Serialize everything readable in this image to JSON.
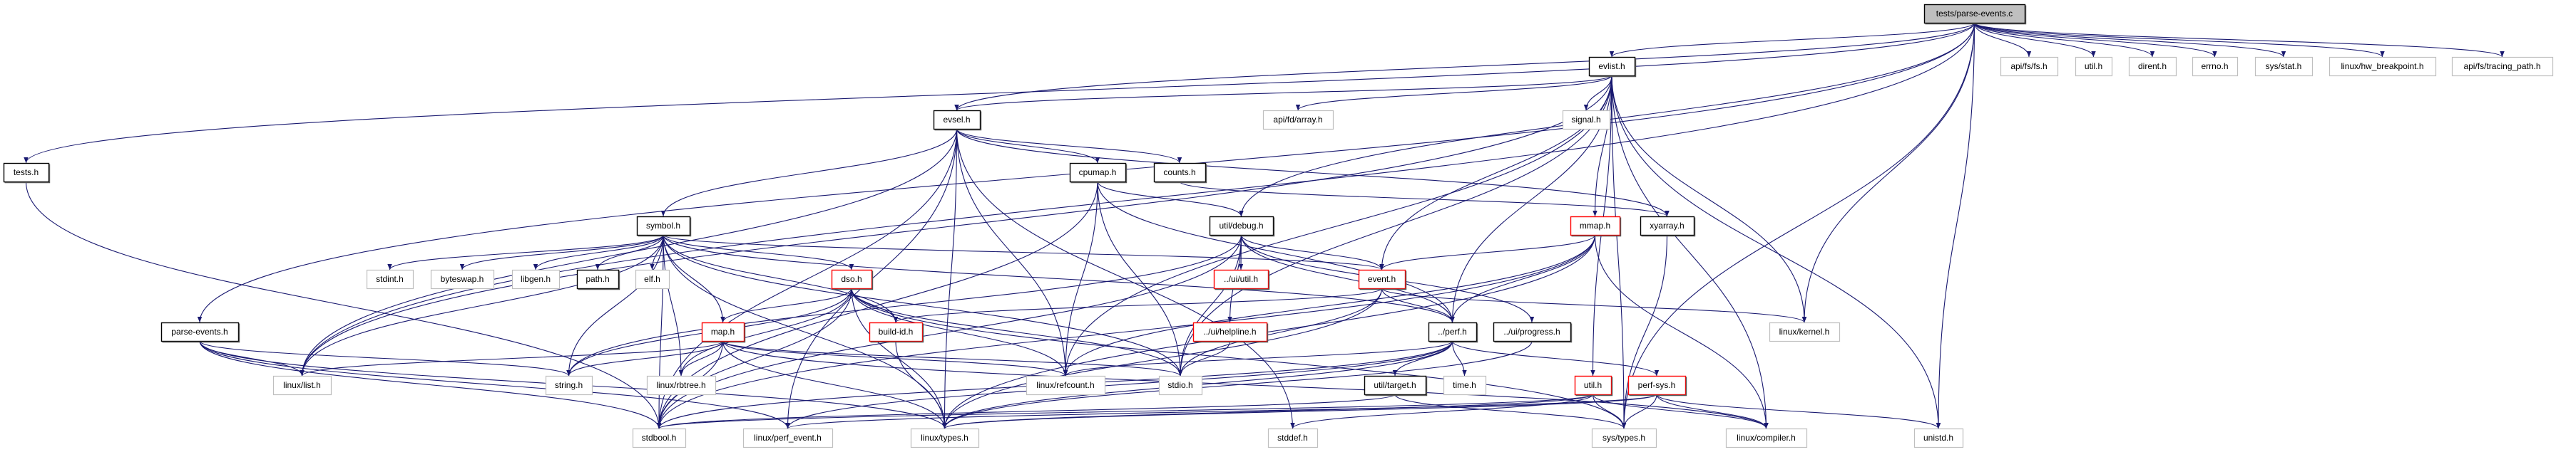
{
  "colors": {
    "edge": "#191970",
    "root_fill": "#bfbfbf",
    "documented_border": "#000000",
    "undocumented_border": "#bfbfbf",
    "truncated_border": "#ff0000"
  },
  "nodes": [
    {
      "id": "root",
      "label": "tests/parse-events.c",
      "kind": "root"
    },
    {
      "id": "tests_h",
      "label": "tests.h",
      "kind": "documented"
    },
    {
      "id": "evlist",
      "label": "evlist.h",
      "kind": "documented"
    },
    {
      "id": "apifs",
      "label": "api/fs/fs.h",
      "kind": "undocumented"
    },
    {
      "id": "util_g",
      "label": "util.h",
      "kind": "undocumented"
    },
    {
      "id": "dirent",
      "label": "dirent.h",
      "kind": "undocumented"
    },
    {
      "id": "errno",
      "label": "errno.h",
      "kind": "undocumented"
    },
    {
      "id": "sysstat",
      "label": "sys/stat.h",
      "kind": "undocumented"
    },
    {
      "id": "hwbp",
      "label": "linux/hw_breakpoint.h",
      "kind": "undocumented"
    },
    {
      "id": "tracing",
      "label": "api/fs/tracing_path.h",
      "kind": "undocumented"
    },
    {
      "id": "evsel",
      "label": "evsel.h",
      "kind": "documented"
    },
    {
      "id": "fdarray",
      "label": "api/fd/array.h",
      "kind": "undocumented"
    },
    {
      "id": "signal",
      "label": "signal.h",
      "kind": "undocumented"
    },
    {
      "id": "cpumap",
      "label": "cpumap.h",
      "kind": "documented"
    },
    {
      "id": "counts",
      "label": "counts.h",
      "kind": "documented"
    },
    {
      "id": "debug",
      "label": "util/debug.h",
      "kind": "documented"
    },
    {
      "id": "mmap",
      "label": "mmap.h",
      "kind": "truncated"
    },
    {
      "id": "xyarray",
      "label": "xyarray.h",
      "kind": "documented"
    },
    {
      "id": "symbol",
      "label": "symbol.h",
      "kind": "documented"
    },
    {
      "id": "stdint",
      "label": "stdint.h",
      "kind": "undocumented"
    },
    {
      "id": "byteswap",
      "label": "byteswap.h",
      "kind": "undocumented"
    },
    {
      "id": "libgen",
      "label": "libgen.h",
      "kind": "undocumented"
    },
    {
      "id": "path",
      "label": "path.h",
      "kind": "documented"
    },
    {
      "id": "elf",
      "label": "elf.h",
      "kind": "undocumented"
    },
    {
      "id": "dso",
      "label": "dso.h",
      "kind": "truncated"
    },
    {
      "id": "uiutil",
      "label": "../ui/util.h",
      "kind": "truncated"
    },
    {
      "id": "event",
      "label": "event.h",
      "kind": "truncated"
    },
    {
      "id": "parseh",
      "label": "parse-events.h",
      "kind": "documented"
    },
    {
      "id": "map",
      "label": "map.h",
      "kind": "truncated"
    },
    {
      "id": "buildid",
      "label": "build-id.h",
      "kind": "truncated"
    },
    {
      "id": "helpline",
      "label": "../ui/helpline.h",
      "kind": "truncated"
    },
    {
      "id": "perf",
      "label": "../perf.h",
      "kind": "documented"
    },
    {
      "id": "progress",
      "label": "../ui/progress.h",
      "kind": "documented"
    },
    {
      "id": "kernel",
      "label": "linux/kernel.h",
      "kind": "undocumented"
    },
    {
      "id": "list",
      "label": "linux/list.h",
      "kind": "undocumented"
    },
    {
      "id": "string",
      "label": "string.h",
      "kind": "undocumented"
    },
    {
      "id": "rbtree",
      "label": "linux/rbtree.h",
      "kind": "undocumented"
    },
    {
      "id": "refcount",
      "label": "linux/refcount.h",
      "kind": "undocumented"
    },
    {
      "id": "stdio",
      "label": "stdio.h",
      "kind": "undocumented"
    },
    {
      "id": "target",
      "label": "util/target.h",
      "kind": "documented"
    },
    {
      "id": "time",
      "label": "time.h",
      "kind": "undocumented"
    },
    {
      "id": "util_r",
      "label": "util.h",
      "kind": "truncated"
    },
    {
      "id": "perfsys",
      "label": "perf-sys.h",
      "kind": "truncated"
    },
    {
      "id": "stdbool",
      "label": "stdbool.h",
      "kind": "undocumented"
    },
    {
      "id": "perfevent",
      "label": "linux/perf_event.h",
      "kind": "undocumented"
    },
    {
      "id": "types",
      "label": "linux/types.h",
      "kind": "undocumented"
    },
    {
      "id": "stddef",
      "label": "stddef.h",
      "kind": "undocumented"
    },
    {
      "id": "systypes",
      "label": "sys/types.h",
      "kind": "undocumented"
    },
    {
      "id": "compiler",
      "label": "linux/compiler.h",
      "kind": "undocumented"
    },
    {
      "id": "unistd",
      "label": "unistd.h",
      "kind": "undocumented"
    }
  ],
  "edges": [
    [
      "root",
      "tests_h"
    ],
    [
      "root",
      "parseh"
    ],
    [
      "root",
      "evsel"
    ],
    [
      "root",
      "evlist"
    ],
    [
      "root",
      "debug"
    ],
    [
      "root",
      "apifs"
    ],
    [
      "root",
      "util_g"
    ],
    [
      "root",
      "dirent"
    ],
    [
      "root",
      "errno"
    ],
    [
      "root",
      "sysstat"
    ],
    [
      "root",
      "hwbp"
    ],
    [
      "root",
      "tracing"
    ],
    [
      "root",
      "kernel"
    ],
    [
      "root",
      "systypes"
    ],
    [
      "root",
      "unistd"
    ],
    [
      "root",
      "list"
    ],
    [
      "tests_h",
      "stdbool"
    ],
    [
      "evlist",
      "evsel"
    ],
    [
      "evlist",
      "fdarray"
    ],
    [
      "evlist",
      "signal"
    ],
    [
      "evlist",
      "mmap"
    ],
    [
      "evlist",
      "event"
    ],
    [
      "evlist",
      "perf"
    ],
    [
      "evlist",
      "list"
    ],
    [
      "evlist",
      "refcount"
    ],
    [
      "evlist",
      "stdio"
    ],
    [
      "evlist",
      "unistd"
    ],
    [
      "evlist",
      "compiler"
    ],
    [
      "evlist",
      "kernel"
    ],
    [
      "evlist",
      "util_r"
    ],
    [
      "evlist",
      "systypes"
    ],
    [
      "evsel",
      "list"
    ],
    [
      "evsel",
      "stdbool"
    ],
    [
      "evsel",
      "stddef"
    ],
    [
      "evsel",
      "perfevent"
    ],
    [
      "evsel",
      "types"
    ],
    [
      "evsel",
      "symbol"
    ],
    [
      "evsel",
      "xyarray"
    ],
    [
      "evsel",
      "cpumap"
    ],
    [
      "evsel",
      "counts"
    ],
    [
      "evsel",
      "refcount"
    ],
    [
      "cpumap",
      "stdio"
    ],
    [
      "cpumap",
      "refcount"
    ],
    [
      "cpumap",
      "debug"
    ],
    [
      "cpumap",
      "perf"
    ],
    [
      "cpumap",
      "stdbool"
    ],
    [
      "counts",
      "xyarray"
    ],
    [
      "xyarray",
      "systypes"
    ],
    [
      "symbol",
      "types"
    ],
    [
      "symbol",
      "stdbool"
    ],
    [
      "symbol",
      "stdint"
    ],
    [
      "symbol",
      "list"
    ],
    [
      "symbol",
      "rbtree"
    ],
    [
      "symbol",
      "stdio"
    ],
    [
      "symbol",
      "byteswap"
    ],
    [
      "symbol",
      "libgen"
    ],
    [
      "symbol",
      "path"
    ],
    [
      "symbol",
      "elf"
    ],
    [
      "symbol",
      "map"
    ],
    [
      "symbol",
      "event"
    ],
    [
      "symbol",
      "buildid"
    ],
    [
      "symbol",
      "dso"
    ],
    [
      "symbol",
      "perf"
    ],
    [
      "symbol",
      "string"
    ],
    [
      "debug",
      "stdbool"
    ],
    [
      "debug",
      "event"
    ],
    [
      "debug",
      "helpline"
    ],
    [
      "debug",
      "progress"
    ],
    [
      "debug",
      "uiutil"
    ],
    [
      "debug",
      "string"
    ],
    [
      "debug",
      "perf"
    ],
    [
      "debug",
      "stdio"
    ],
    [
      "mmap",
      "compiler"
    ],
    [
      "mmap",
      "refcount"
    ],
    [
      "mmap",
      "types"
    ],
    [
      "mmap",
      "event"
    ],
    [
      "mmap",
      "stdbool"
    ],
    [
      "mmap",
      "perf"
    ],
    [
      "event",
      "buildid"
    ],
    [
      "event",
      "kernel"
    ],
    [
      "event",
      "perf"
    ],
    [
      "event",
      "stdio"
    ],
    [
      "event",
      "types"
    ],
    [
      "dso",
      "refcount"
    ],
    [
      "dso",
      "types"
    ],
    [
      "dso",
      "rbtree"
    ],
    [
      "dso",
      "systypes"
    ],
    [
      "dso",
      "stdbool"
    ],
    [
      "dso",
      "map"
    ],
    [
      "dso",
      "buildid"
    ],
    [
      "dso",
      "string"
    ],
    [
      "dso",
      "stdio"
    ],
    [
      "map",
      "refcount"
    ],
    [
      "map",
      "compiler"
    ],
    [
      "map",
      "list"
    ],
    [
      "map",
      "rbtree"
    ],
    [
      "map",
      "stdio"
    ],
    [
      "map",
      "string"
    ],
    [
      "map",
      "stdbool"
    ],
    [
      "map",
      "types"
    ],
    [
      "parseh",
      "list"
    ],
    [
      "parseh",
      "stdbool"
    ],
    [
      "parseh",
      "types"
    ],
    [
      "parseh",
      "perfevent"
    ],
    [
      "parseh",
      "string"
    ],
    [
      "buildid",
      "types"
    ],
    [
      "perf",
      "time"
    ],
    [
      "perf",
      "stdbool"
    ],
    [
      "perf",
      "types"
    ],
    [
      "perf",
      "perfevent"
    ],
    [
      "perf",
      "target"
    ],
    [
      "perf",
      "perfsys"
    ],
    [
      "perf",
      "refcount"
    ],
    [
      "helpline",
      "stdio"
    ],
    [
      "progress",
      "types"
    ],
    [
      "target",
      "stdbool"
    ],
    [
      "target",
      "systypes"
    ],
    [
      "util_r",
      "compiler"
    ],
    [
      "util_r",
      "systypes"
    ],
    [
      "util_r",
      "types"
    ],
    [
      "util_r",
      "stddef"
    ],
    [
      "util_r",
      "stdbool"
    ],
    [
      "perfsys",
      "unistd"
    ],
    [
      "perfsys",
      "systypes"
    ],
    [
      "perfsys",
      "types"
    ],
    [
      "perfsys",
      "compiler"
    ],
    [
      "perfsys",
      "perfevent"
    ]
  ]
}
